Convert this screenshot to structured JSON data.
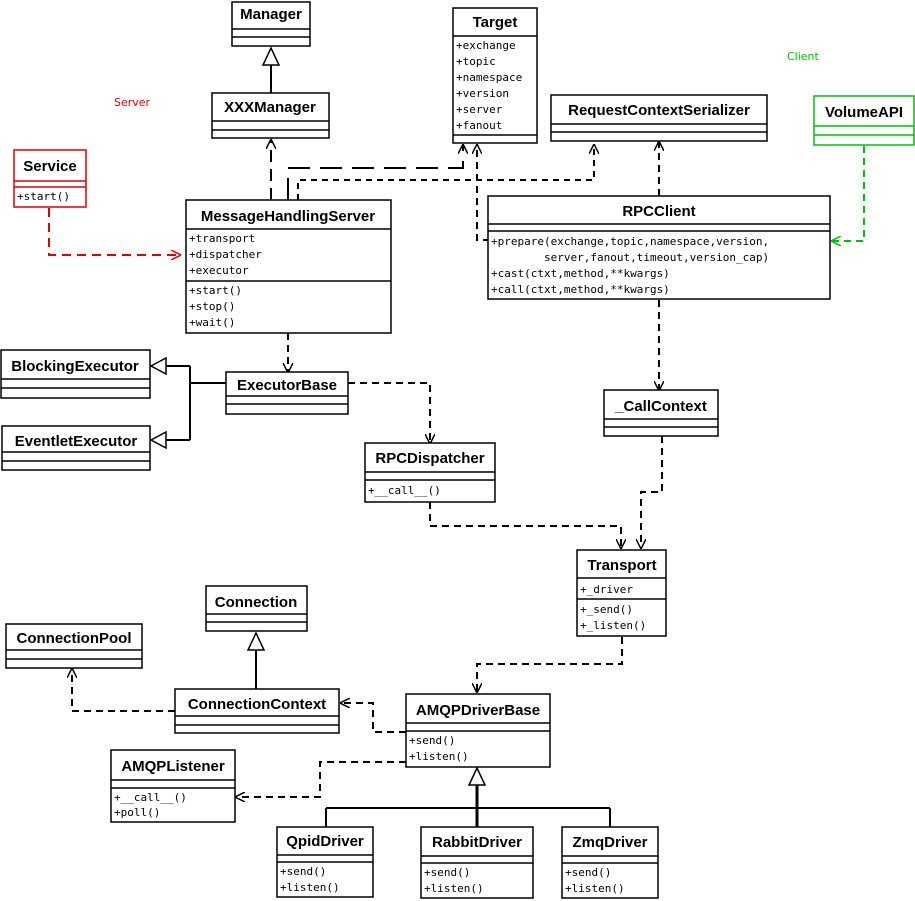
{
  "notes": {
    "server": "Server",
    "client": "Client"
  },
  "colors": {
    "line": "#000000",
    "server_accent": "#e00000",
    "client_accent": "#00c000"
  },
  "classes": {
    "manager": {
      "name": "Manager"
    },
    "xxxmanager": {
      "name": "XXXManager"
    },
    "target": {
      "name": "Target",
      "attrs": [
        "+exchange",
        "+topic",
        "+namespace",
        "+version",
        "+server",
        "+fanout"
      ]
    },
    "rcs": {
      "name": "RequestContextSerializer"
    },
    "volumeapi": {
      "name": "VolumeAPI"
    },
    "service": {
      "name": "Service",
      "methods": [
        "+start()"
      ]
    },
    "mhs": {
      "name": "MessageHandlingServer",
      "attrs": [
        "+transport",
        "+dispatcher",
        "+executor"
      ],
      "methods": [
        "+start()",
        "+stop()",
        "+wait()"
      ]
    },
    "rpcclient": {
      "name": "RPCClient",
      "methods": [
        "+prepare(exchange,topic,namespace,version,",
        "        server,fanout,timeout,version_cap)",
        "+cast(ctxt,method,**kwargs)",
        "+call(ctxt,method,**kwargs)"
      ]
    },
    "blocking": {
      "name": "BlockingExecutor"
    },
    "executorbase": {
      "name": "ExecutorBase"
    },
    "eventlet": {
      "name": "EventletExecutor"
    },
    "callcontext": {
      "name": "_CallContext"
    },
    "rpcdispatcher": {
      "name": "RPCDispatcher",
      "methods": [
        "+__call__()"
      ]
    },
    "transport": {
      "name": "Transport",
      "attrs": [
        "+_driver"
      ],
      "methods": [
        "+_send()",
        "+_listen()"
      ]
    },
    "connection": {
      "name": "Connection"
    },
    "connpool": {
      "name": "ConnectionPool"
    },
    "conncontext": {
      "name": "ConnectionContext"
    },
    "amqpdriverbase": {
      "name": "AMQPDriverBase",
      "methods": [
        "+send()",
        "+listen()"
      ]
    },
    "amqplistener": {
      "name": "AMQPListener",
      "methods": [
        "+__call__()",
        "+poll()"
      ]
    },
    "qpid": {
      "name": "QpidDriver",
      "methods": [
        "+send()",
        "+listen()"
      ]
    },
    "rabbit": {
      "name": "RabbitDriver",
      "methods": [
        "+send()",
        "+listen()"
      ]
    },
    "zmq": {
      "name": "ZmqDriver",
      "methods": [
        "+send()",
        "+listen()"
      ]
    }
  }
}
